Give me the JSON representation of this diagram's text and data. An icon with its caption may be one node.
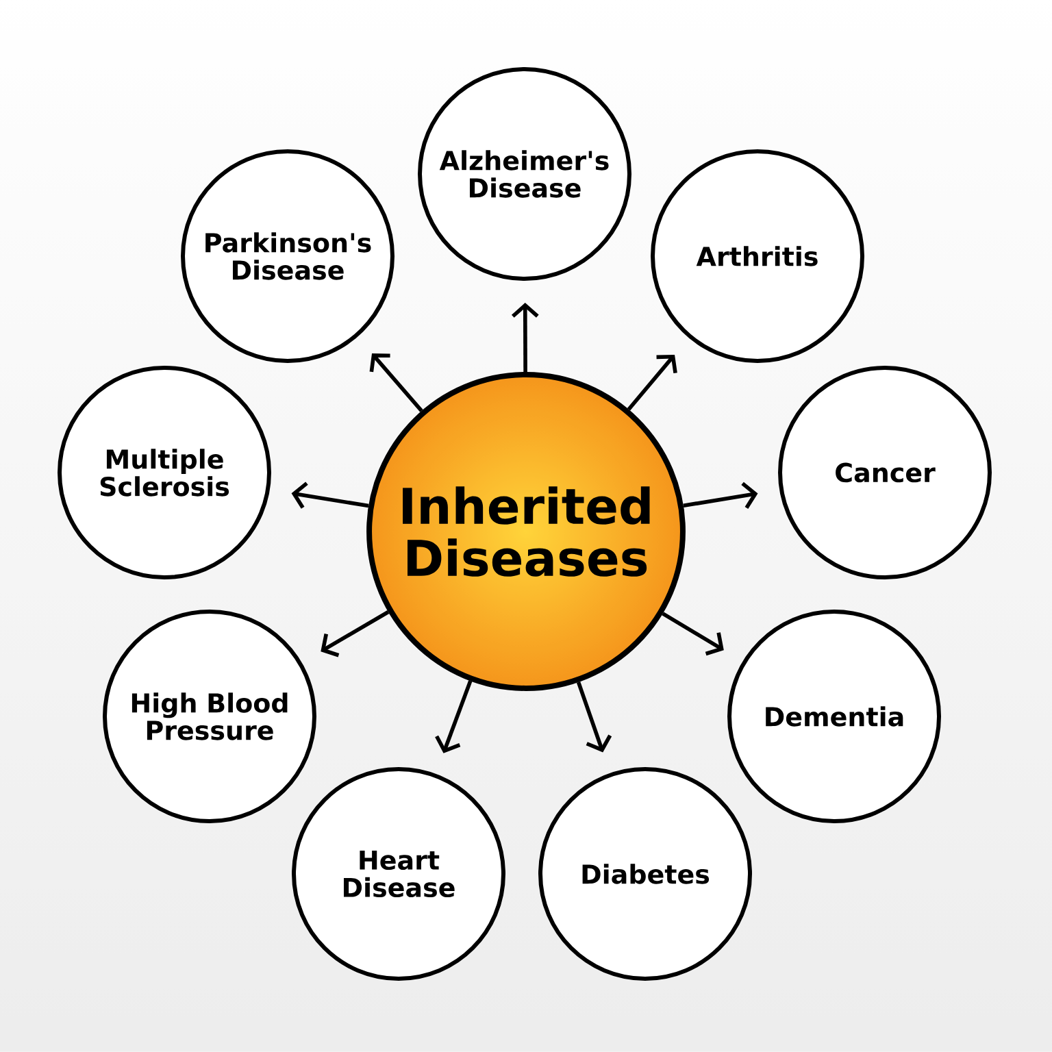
{
  "diagram": {
    "nodes": [
      {
        "text": [
          "Inherited Diseases"
        ]
      },
      {
        "text": [
          "Alzheimer's Disease"
        ]
      },
      {
        "text": [
          "Arthritis"
        ]
      },
      {
        "text": [
          "Cancer"
        ]
      },
      {
        "text": [
          "Dementia"
        ]
      },
      {
        "text": [
          "Diabetes"
        ]
      },
      {
        "text": [
          "Heart Disease"
        ]
      },
      {
        "text": [
          "High Blood Pressure"
        ]
      },
      {
        "text": [
          "Multiple Sclerosis"
        ]
      },
      {
        "text": [
          "Parkinson's Disease"
        ]
      }
    ],
    "edges": [
      {
        "from": 0,
        "to": 1,
        "arrow": "to"
      },
      {
        "from": 0,
        "to": 2,
        "arrow": "to"
      },
      {
        "from": 0,
        "to": 3,
        "arrow": "to"
      },
      {
        "from": 0,
        "to": 4,
        "arrow": "to"
      },
      {
        "from": 0,
        "to": 5,
        "arrow": "to"
      },
      {
        "from": 0,
        "to": 6,
        "arrow": "to"
      },
      {
        "from": 0,
        "to": 7,
        "arrow": "to"
      },
      {
        "from": 0,
        "to": 8,
        "arrow": "to"
      },
      {
        "from": 0,
        "to": 9,
        "arrow": "to"
      }
    ]
  }
}
